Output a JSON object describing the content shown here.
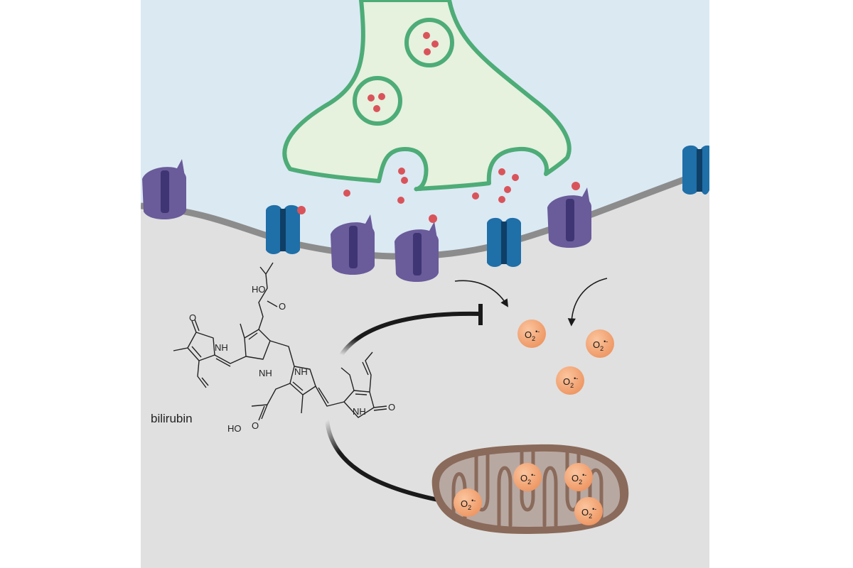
{
  "molecule": {
    "name": "bilirubin",
    "atoms": {
      "ho_top": "HO",
      "o_top": "O",
      "o_left": "O",
      "nh_1": "NH",
      "nh_2": "NH",
      "nh_3": "NH",
      "nh_4": "NH",
      "o_right": "O",
      "o_bottom": "O",
      "ho_bottom": "HO"
    }
  },
  "superoxide": {
    "element": "O",
    "subscript": "2",
    "charge": "•-"
  },
  "colors": {
    "synaptic_cleft": "#dbe9f3",
    "cytoplasm": "#e0e0e0",
    "presynaptic_fill": "#e6f1de",
    "presynaptic_outline": "#4dac77",
    "neurotransmitter": "#d9545a",
    "membrane": "#8c8c8c",
    "receptor_purple": "#6a5b9a",
    "receptor_purple_dark": "#3f3575",
    "receptor_blue": "#1f6fa8",
    "receptor_blue_dark": "#0f3f66",
    "superoxide": "#f0a070",
    "mitochondrion_outer": "#8a6a5a",
    "mitochondrion_inner": "#b8a8a2",
    "inhibition_line": "#1a1a1a"
  }
}
